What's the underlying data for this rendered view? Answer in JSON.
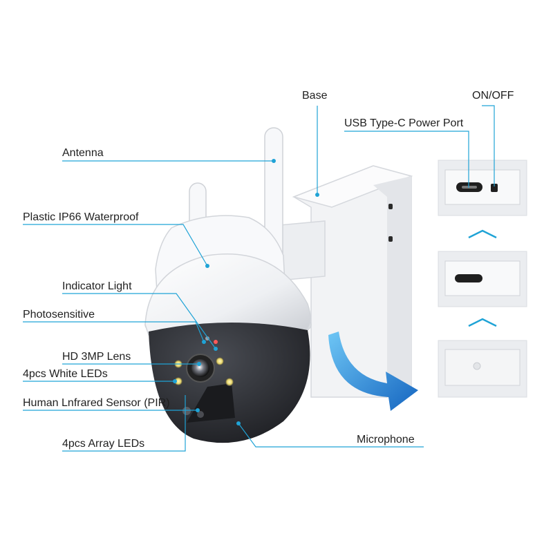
{
  "labels": {
    "antenna": "Antenna",
    "base": "Base",
    "on_off": "ON/OFF",
    "usb": "USB Type-C Power Port",
    "waterproof": "Plastic IP66 Waterproof",
    "indicator": "Indicator Light",
    "photosensitive": "Photosensitive",
    "lens": "HD 3MP Lens",
    "white_leds": "4pcs White LEDs",
    "pir": "Human Lnfrared Sensor (PIR)",
    "array_leds": "4pcs Array LEDs",
    "microphone": "Microphone"
  },
  "colors": {
    "callout": "#1fa3d6",
    "text": "#1f1f1f",
    "arrow": "#1e88e5",
    "shell": "#f4f5f7",
    "dome": "#2b2d31"
  },
  "icons": [
    "chevron-up-icon",
    "curved-arrow-icon"
  ]
}
